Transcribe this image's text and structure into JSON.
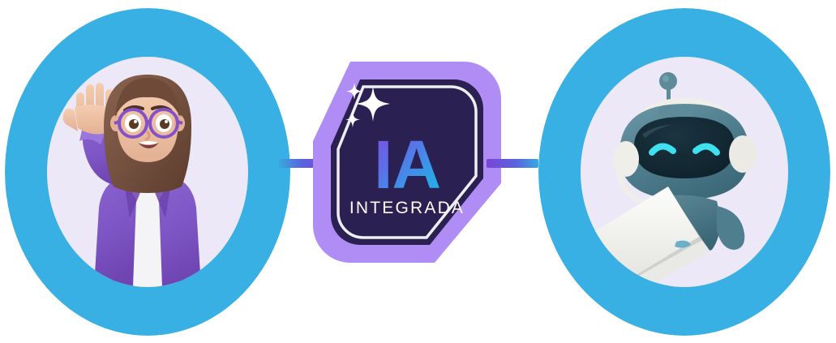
{
  "scene": {
    "title": "IA Integrada",
    "background_color": "#ffffff",
    "layout": "three-node horizontal connection diagram"
  },
  "badge": {
    "name": "ia-integrada-badge",
    "acronym": "IA",
    "subtitle": "INTEGRADA",
    "sparkle_icon": "sparkles-icon",
    "glow_color": "#b08cf5",
    "core_color": "#2b2052",
    "border_color": "#ffffff",
    "acronym_gradient_from": "#7b4fe0",
    "acronym_gradient_to": "#22b2ee",
    "subtitle_color": "#ffffff"
  },
  "nodes": [
    {
      "id": "left",
      "name": "human-avatar-circle",
      "label": "Waving woman with glasses and purple blazer",
      "icon": "person-waving-icon",
      "ring_color": "#38b0e3",
      "inner_color": "#ece8f8",
      "accent_color": "#7e57c2"
    },
    {
      "id": "right",
      "name": "ai-robot-circle",
      "label": "Robot with headset working on a laptop",
      "icon": "robot-headset-icon",
      "ring_color": "#38b0e3",
      "inner_color": "#ece8f8",
      "accent_color": "#4d7d8c",
      "eye_color": "#3fe0f0"
    }
  ],
  "connectors": [
    {
      "id": "left",
      "name": "connector-left",
      "from": "human-avatar-circle",
      "to": "ia-integrada-badge",
      "gradient_from": "#3aa7e0",
      "gradient_to": "#7a45d8"
    },
    {
      "id": "right",
      "name": "connector-right",
      "from": "ia-integrada-badge",
      "to": "ai-robot-circle",
      "gradient_from": "#7a45d8",
      "gradient_to": "#3aa7e0"
    }
  ]
}
